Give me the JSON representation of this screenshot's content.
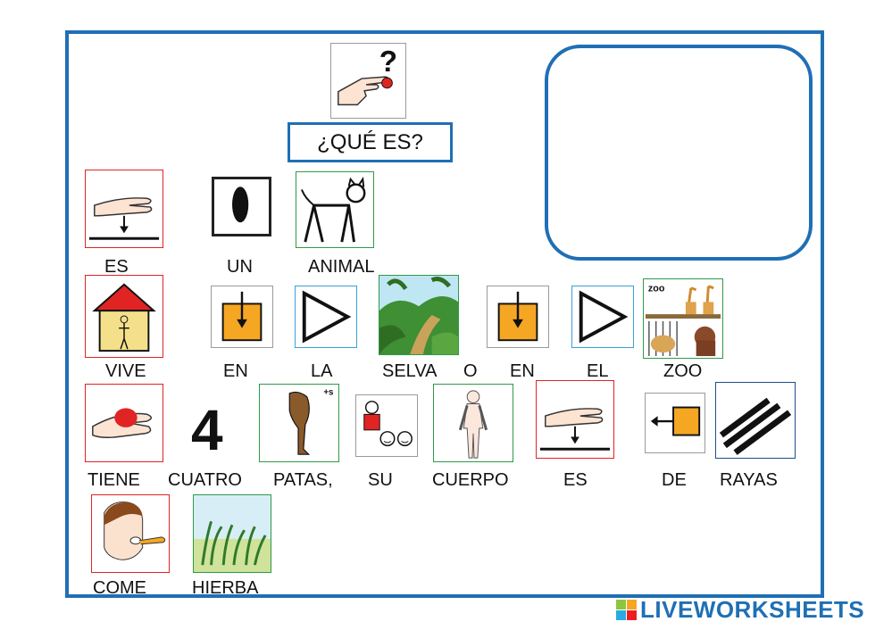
{
  "title": "¿QUÉ ES?",
  "rows": [
    [
      "ES",
      "UN",
      "ANIMAL"
    ],
    [
      "VIVE",
      "EN",
      "LA",
      "SELVA",
      "O",
      "EN",
      "EL",
      "ZOO"
    ],
    [
      "TIENE",
      "CUATRO",
      "PATAS,",
      "SU",
      "CUERPO",
      "ES",
      "DE",
      "RAYAS"
    ],
    [
      "COME",
      "HIERBA"
    ]
  ],
  "zoo_sign": "zoo",
  "plural_mark": "+s",
  "question_mark": "?",
  "brand": "LIVEWORKSHEETS",
  "colors": {
    "frame": "#1f6fb5",
    "accent_orange": "#f5a623"
  }
}
